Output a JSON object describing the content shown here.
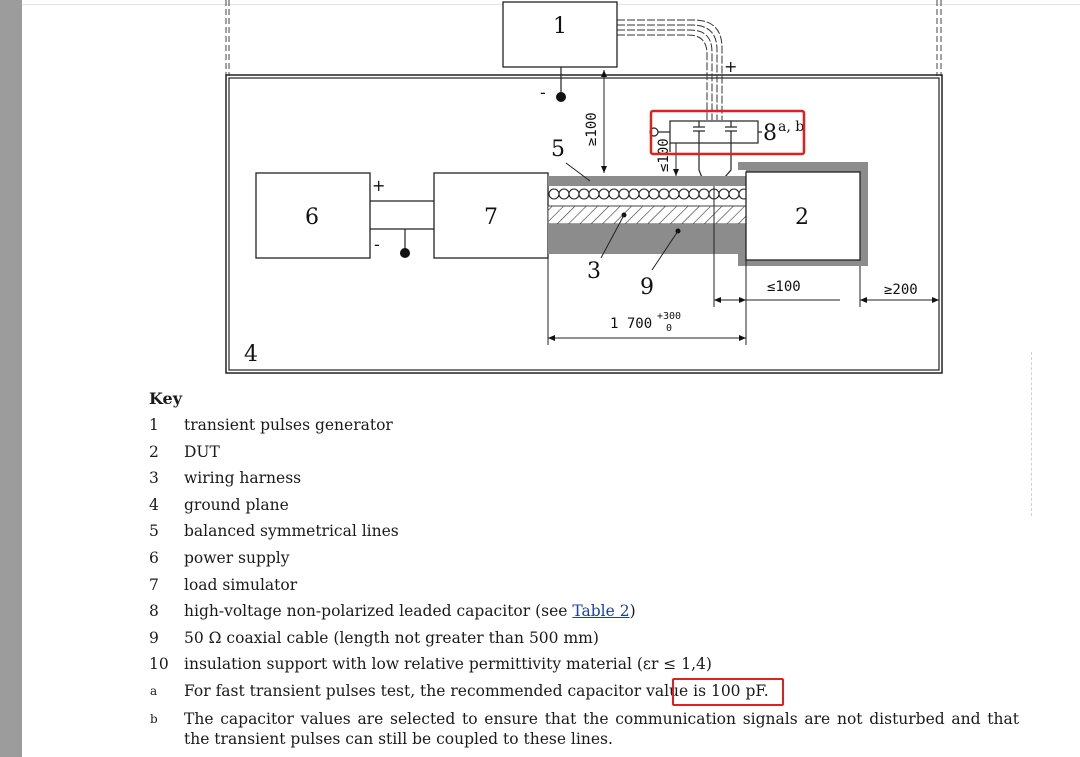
{
  "diagram": {
    "labels": {
      "generator": "1",
      "dut": "2",
      "harness": "3",
      "ground": "4",
      "lines": "5",
      "power": "6",
      "load": "7",
      "capacitor": "8",
      "capacitor_sup": "a, b",
      "coax": "9"
    },
    "signs": {
      "plus": "+",
      "minus": "-"
    },
    "dims": {
      "gen_height": "≥100",
      "cap_height": "≤100",
      "dut_offset": "≤100",
      "edge": "≥200",
      "length": "1 700",
      "tol_plus": "+300",
      "tol_zero": "0"
    }
  },
  "key": {
    "title": "Key",
    "items": [
      {
        "num": "1",
        "text": "transient pulses generator"
      },
      {
        "num": "2",
        "text": "DUT"
      },
      {
        "num": "3",
        "text": "wiring harness"
      },
      {
        "num": "4",
        "text": "ground plane"
      },
      {
        "num": "5",
        "text": "balanced symmetrical lines"
      },
      {
        "num": "6",
        "text": "power supply"
      },
      {
        "num": "7",
        "text": "load simulator"
      },
      {
        "num": "8",
        "text": "high-voltage non-polarized leaded capacitor (see ",
        "link": "Table 2",
        "after": ")"
      },
      {
        "num": "9",
        "text": "50 Ω coaxial cable (length not greater than 500 mm)"
      },
      {
        "num": "10",
        "text": "insulation support with low relative permittivity material (εr ≤ 1,4)"
      }
    ],
    "notes": [
      {
        "mark": "a",
        "text": "For fast transient pulses test, the recommended capacitor value is 100 pF."
      },
      {
        "mark": "b",
        "text": "The capacitor values are selected to ensure that the communication signals are not disturbed and that the transient pulses can still be coupled to these lines."
      }
    ]
  },
  "colors": {
    "highlight": "#e0201c",
    "link": "#1a3ea8",
    "harness_fill": "#8c8c8c"
  }
}
